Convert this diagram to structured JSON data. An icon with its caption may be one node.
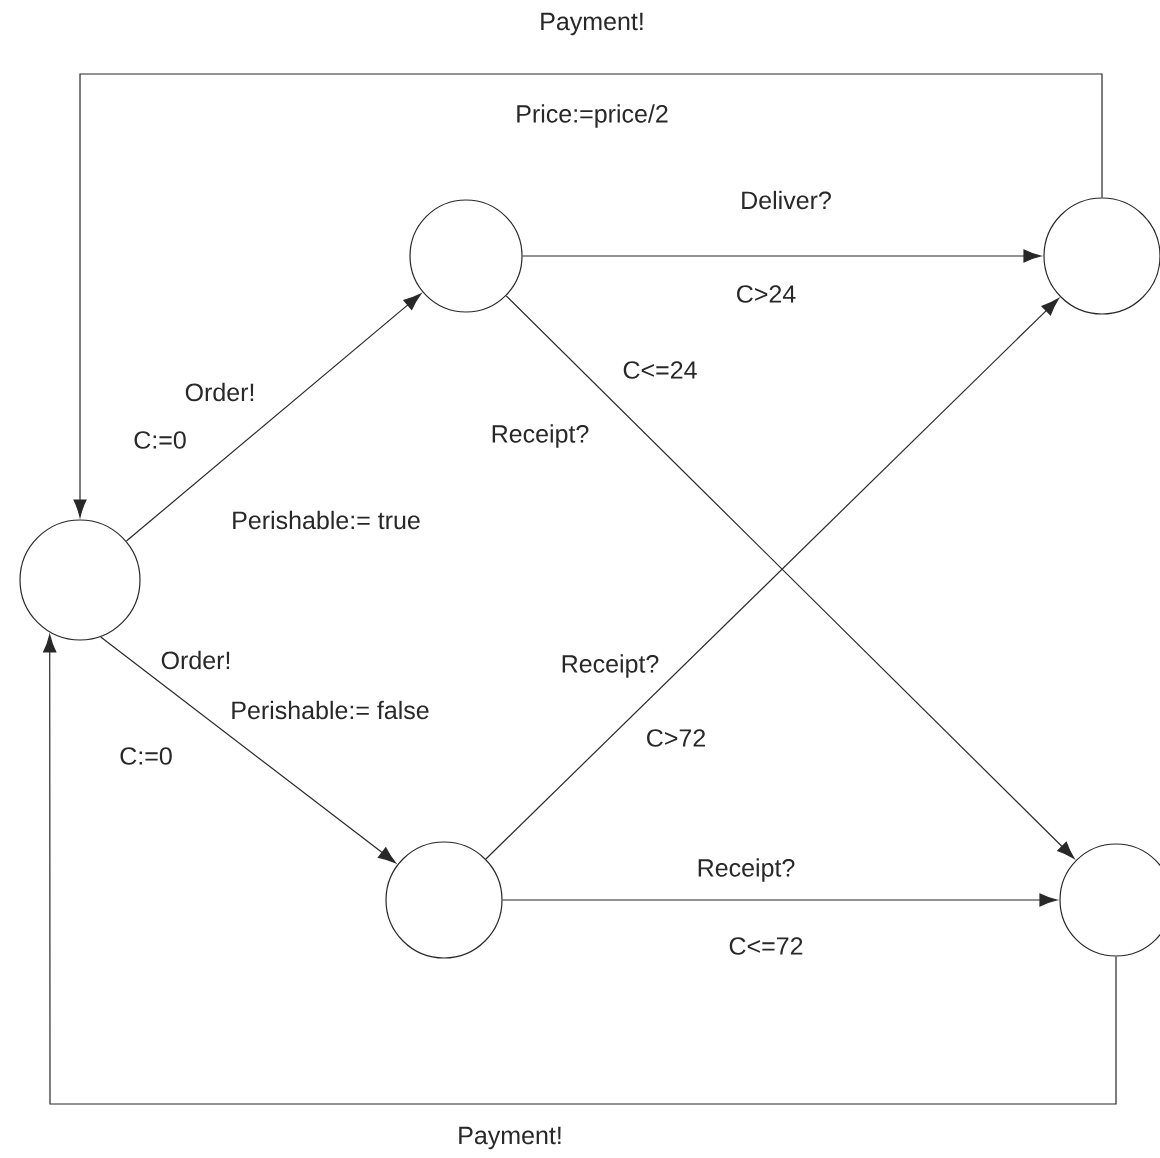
{
  "diagram": {
    "nodes": [
      {
        "text": [],
        "shape": "circle"
      },
      {
        "text": [],
        "shape": "circle"
      },
      {
        "text": [],
        "shape": "circle"
      },
      {
        "text": [],
        "shape": "circle"
      },
      {
        "text": [],
        "shape": "circle"
      }
    ],
    "edges": [
      {
        "from": 0,
        "to": 1,
        "arrow": "to",
        "label": "Order!"
      },
      {
        "from": 0,
        "to": 3,
        "arrow": "to",
        "label": "Order!"
      },
      {
        "from": 1,
        "to": 2,
        "arrow": "to",
        "label": "Deliver?"
      },
      {
        "from": 1,
        "to": 4,
        "arrow": "to",
        "label": "Receipt?"
      },
      {
        "from": 3,
        "to": 2,
        "arrow": "to",
        "label": "Receipt?"
      },
      {
        "from": 3,
        "to": 4,
        "arrow": "to",
        "label": "Receipt?"
      },
      {
        "from": 2,
        "to": 0,
        "arrow": "to",
        "label": "Payment!"
      },
      {
        "from": 4,
        "to": 0,
        "arrow": "to",
        "label": "Payment!"
      }
    ],
    "labels": [
      "Price:=price/2",
      "C>24",
      "C<=24",
      "C:=0",
      "Perishable:= true",
      "Perishable:= false",
      "C:=0",
      "C>72",
      "C<=72"
    ]
  }
}
